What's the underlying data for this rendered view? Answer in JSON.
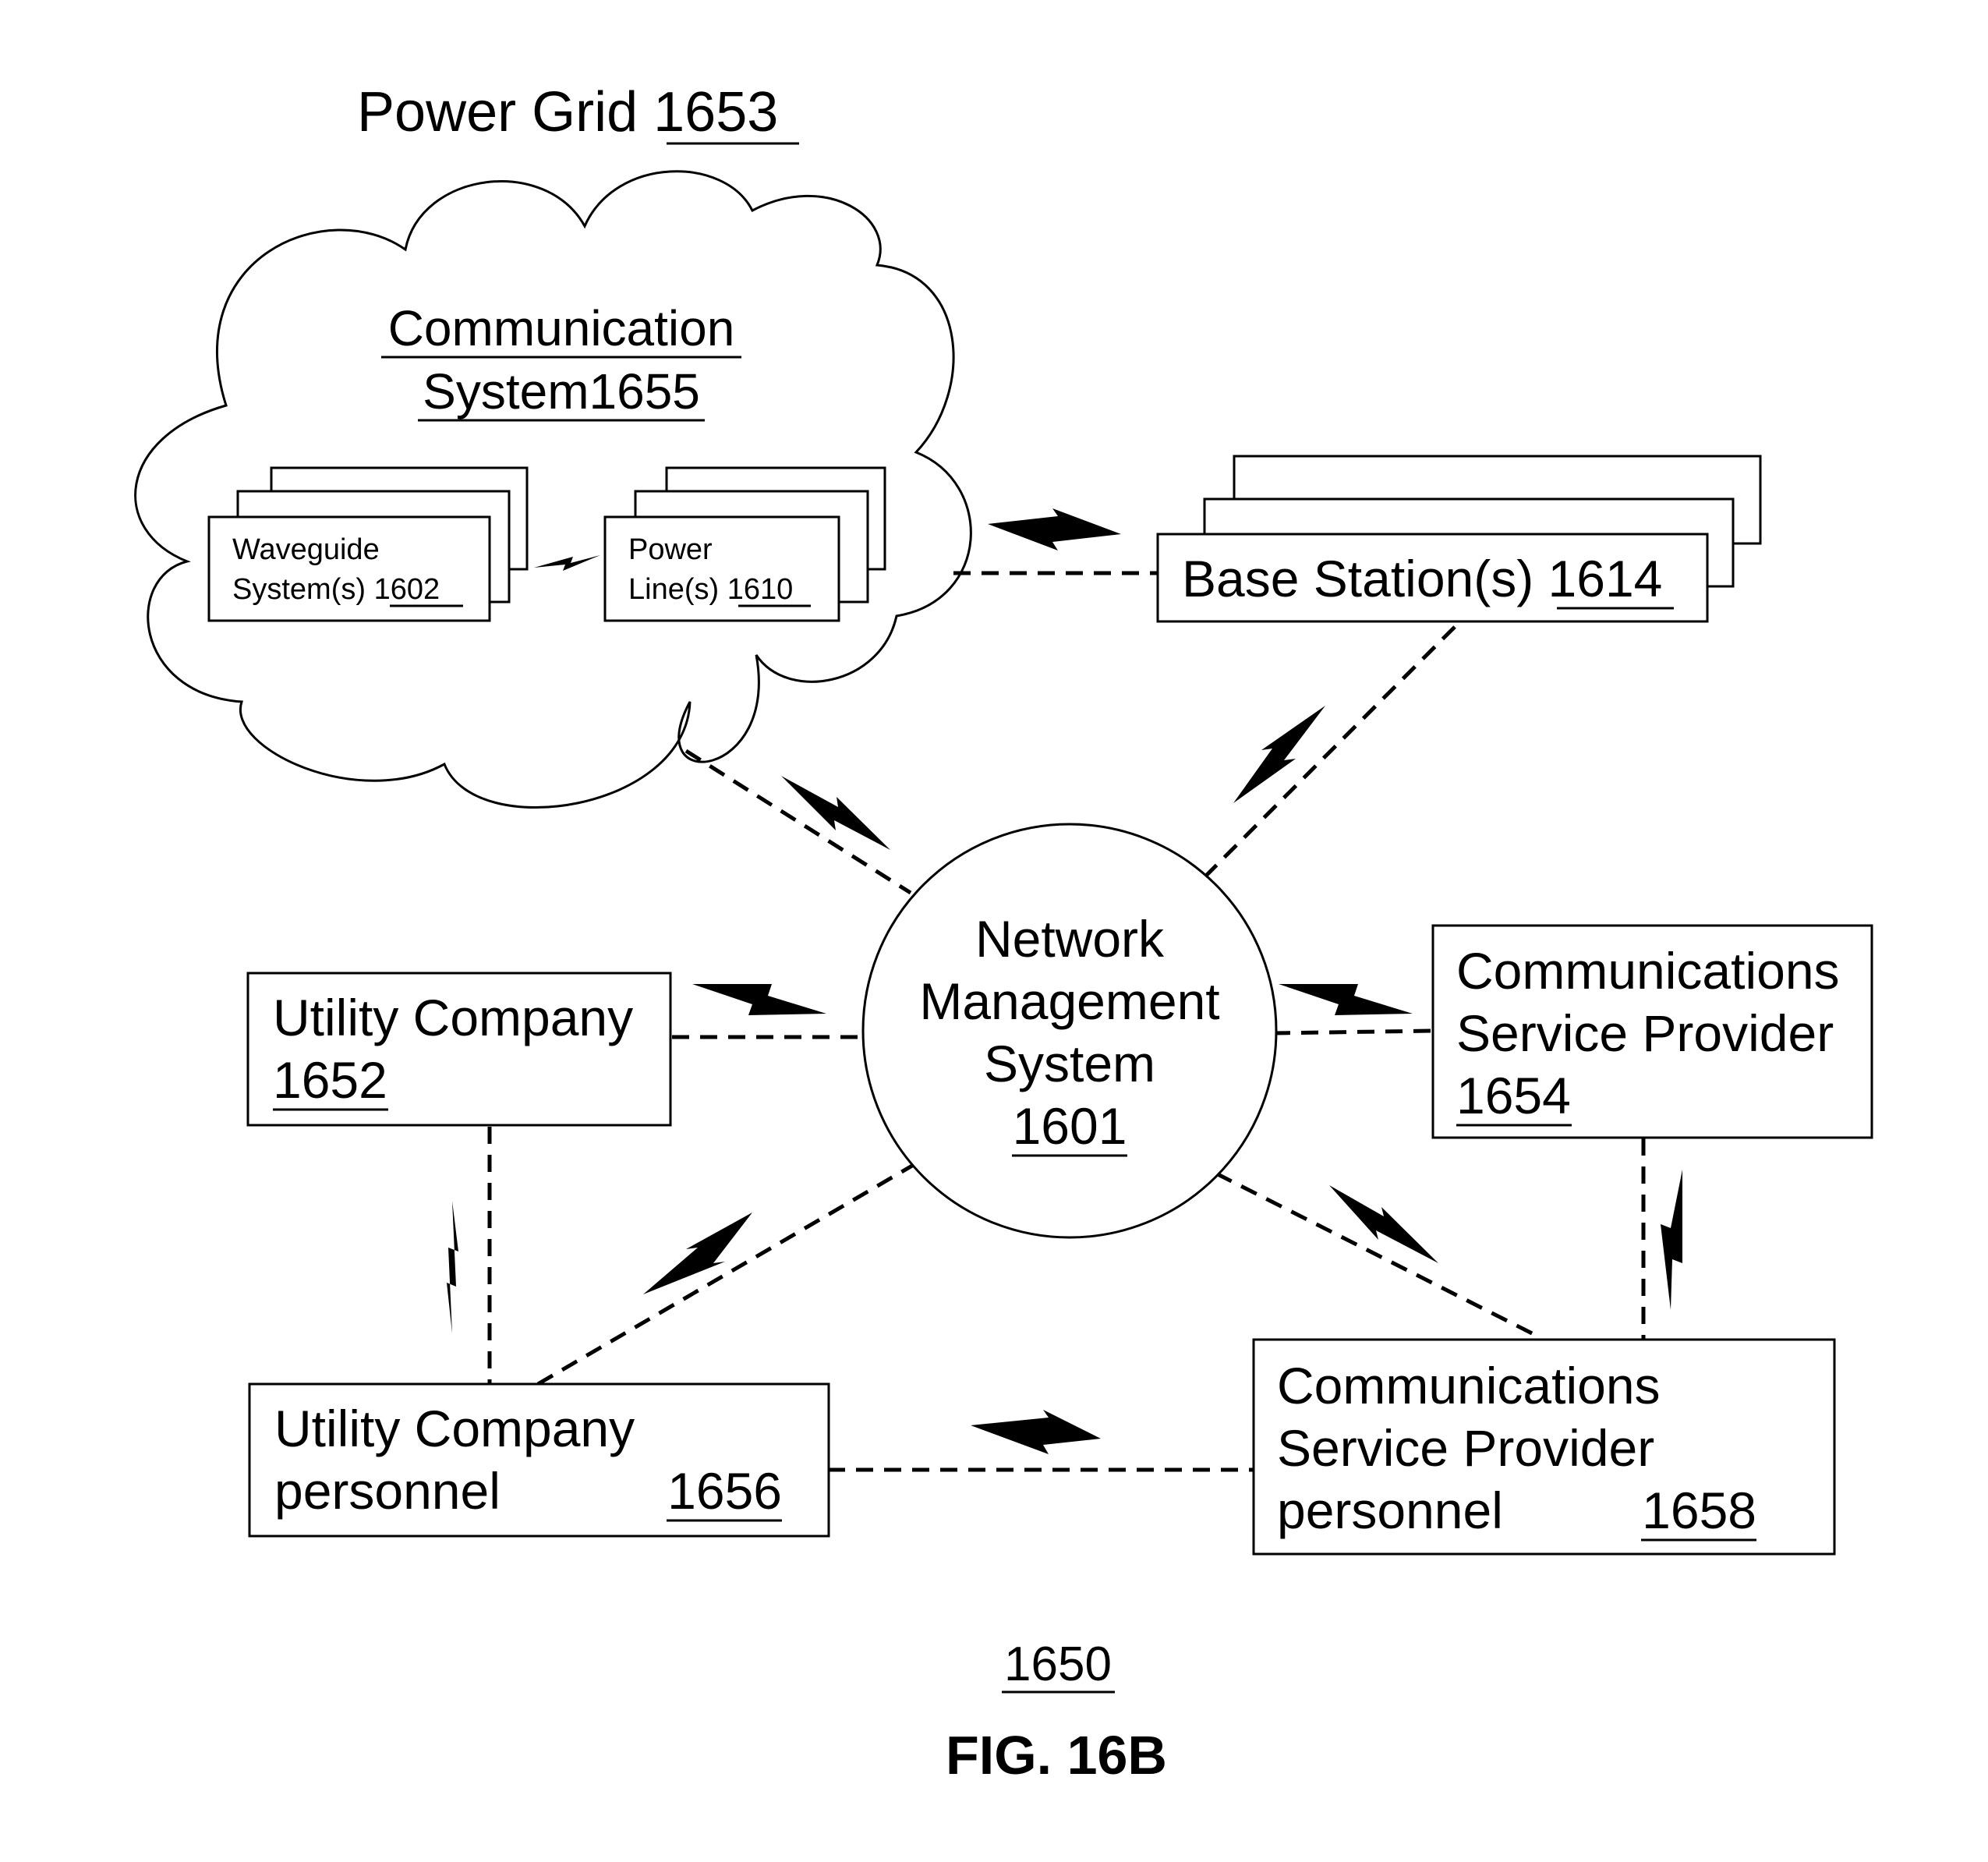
{
  "title": {
    "text": "Power Grid ",
    "ref": "1653"
  },
  "cloud_label": {
    "line1": "Communication",
    "line2": "System1655"
  },
  "waveguide": {
    "line1": "Waveguide",
    "line2": "System(s) ",
    "ref": "1602"
  },
  "power_lines": {
    "line1": "Power",
    "line2": "Line(s) ",
    "ref": "1610"
  },
  "base_station": {
    "text": "Base Station(s) ",
    "ref": "1614"
  },
  "nms": {
    "line1": "Network",
    "line2": "Management",
    "line3": "System",
    "ref": "1601"
  },
  "utility_company": {
    "line1": "Utility Company",
    "ref": "1652"
  },
  "csp": {
    "line1": "Communications",
    "line2": "Service Provider",
    "ref": "1654"
  },
  "utility_personnel": {
    "line1": "Utility Company",
    "line2": "personnel",
    "ref": "1656"
  },
  "csp_personnel": {
    "line1": "Communications",
    "line2": "Service Provider",
    "line3": "personnel",
    "ref": "1658"
  },
  "figure_ref": "1650",
  "figure_caption": "FIG. 16B"
}
